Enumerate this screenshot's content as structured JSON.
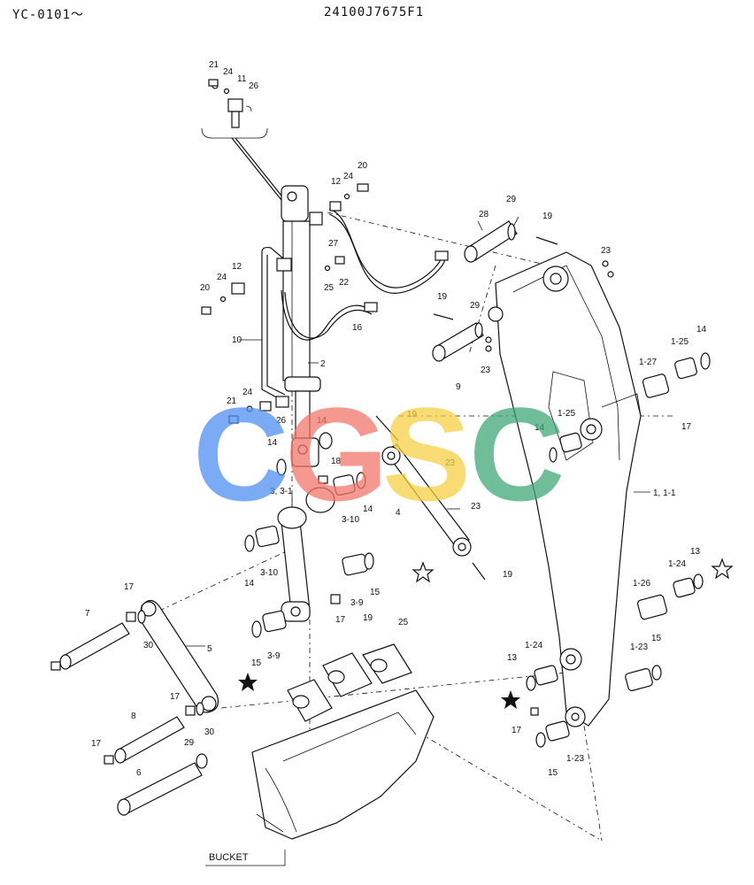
{
  "header": {
    "serial_range": "YC-0101〜",
    "drawing_number": "24100J7675F1"
  },
  "watermark": {
    "letters": [
      {
        "char": "C",
        "color": "#4f8ff2"
      },
      {
        "char": "G",
        "color": "#f2766c"
      },
      {
        "char": "S",
        "color": "#f7cf46"
      },
      {
        "char": "C",
        "color": "#3fa878"
      }
    ]
  },
  "bucket_label": "BUCKET",
  "callouts": [
    "21",
    "24",
    "11",
    "26",
    "20",
    "24",
    "12",
    "27",
    "22",
    "25",
    "16",
    "12",
    "24",
    "20",
    "10",
    "2",
    "28",
    "29",
    "19",
    "23",
    "19",
    "29",
    "9",
    "23",
    "1-25",
    "14",
    "1-27",
    "17",
    "1-25",
    "14",
    "21",
    "24",
    "26",
    "14",
    "18",
    "14",
    "19",
    "23",
    "3, 3-1",
    "3-10",
    "14",
    "4",
    "23",
    "1, 1-1",
    "14",
    "3-10",
    "15",
    "3-9",
    "17",
    "19",
    "17",
    "7",
    "30",
    "5",
    "15",
    "3-9",
    "25",
    "19",
    "13",
    "1-24",
    "1-26",
    "1-23",
    "15",
    "13",
    "1-24",
    "17",
    "1-23",
    "15",
    "8",
    "30",
    "17",
    "17",
    "29",
    "6"
  ]
}
